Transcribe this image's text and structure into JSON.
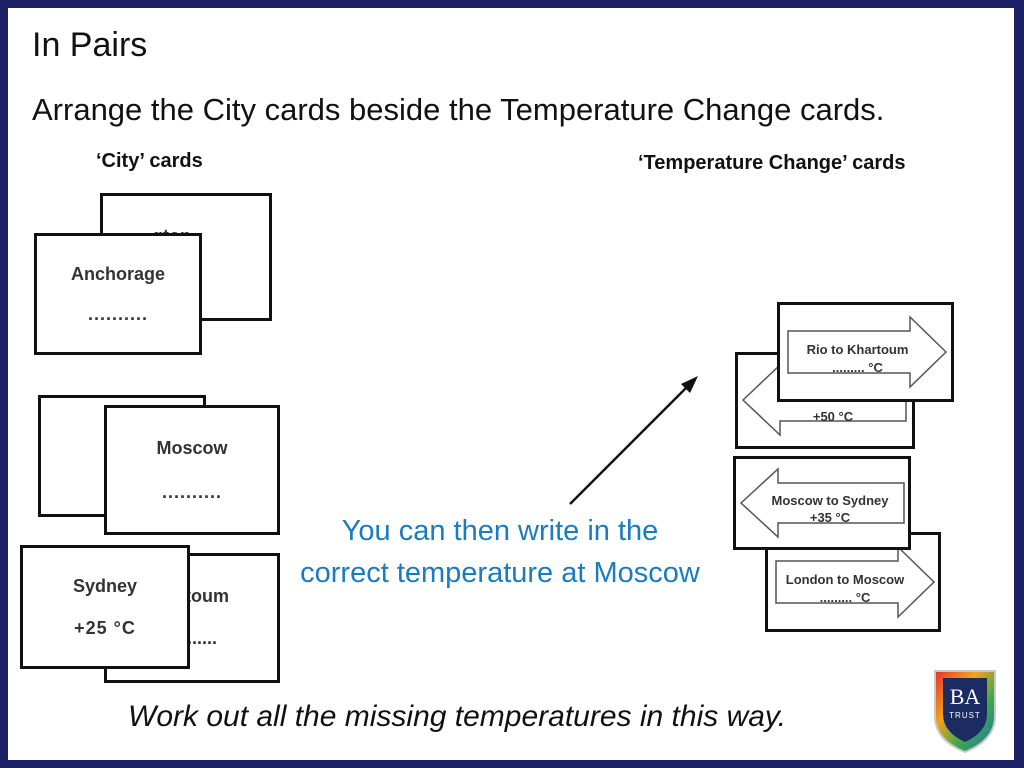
{
  "title": "In Pairs",
  "subtitle": "Arrange the City cards beside the Temperature Change cards.",
  "city_heading": "‘City’ cards",
  "temp_heading": "‘Temperature Change’ cards",
  "city_cards": {
    "washington_fragment": "...gton",
    "anchorage": {
      "name": "Anchorage",
      "value": ".........."
    },
    "moscow": {
      "name": "Moscow",
      "value": ".........."
    },
    "sydney": {
      "name": "Sydney",
      "value": "+25 °C"
    },
    "khartoum_fragment": "toum",
    "khartoum_value_fragment": "......"
  },
  "temp_cards": {
    "rio_khartoum": {
      "route": "Rio to Khartoum",
      "value": "......... °C",
      "direction": "right"
    },
    "behind_card": {
      "value": "+50 °C",
      "direction": "left"
    },
    "moscow_sydney": {
      "route": "Moscow to Sydney",
      "value": "+35 °C",
      "direction": "left"
    },
    "london_moscow": {
      "route": "London to Moscow",
      "value": "......... °C",
      "direction": "right"
    }
  },
  "note": "You can then write in the correct temperature at Moscow",
  "footer": "Work out all the missing temperatures in this way.",
  "logo": {
    "letters": "BA",
    "word": "TRUST"
  },
  "colors": {
    "border": "#1d2065",
    "note": "#1a7cbf"
  }
}
